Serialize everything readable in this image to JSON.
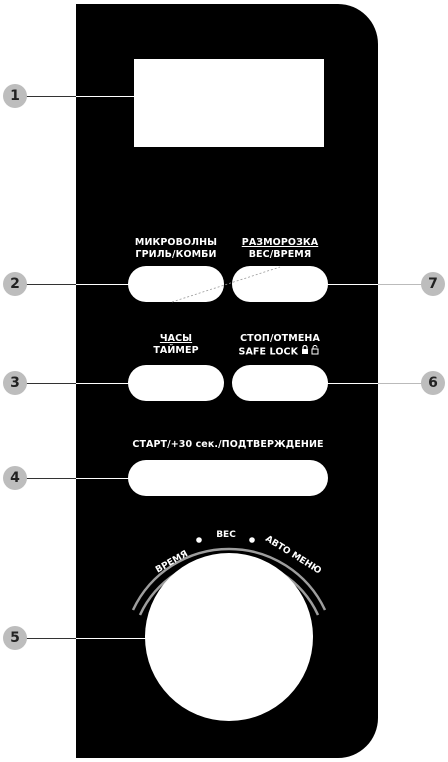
{
  "panel": {
    "buttons": {
      "microwave_grill": {
        "line1": "МИКРОВОЛНЫ",
        "line2": "ГРИЛЬ/КОМБИ"
      },
      "defrost": {
        "line1": "РАЗМОРОЗКА",
        "line2": "ВЕС/ВРЕМЯ"
      },
      "clock_timer": {
        "line1": "ЧАСЫ",
        "line2": "ТАЙМЕР"
      },
      "stop_cancel": {
        "line1": "СТОП/ОТМЕНА",
        "line2": "SAFE LOCK"
      },
      "start": {
        "label": "СТАРТ/+30 сек./ПОДТВЕРЖДЕНИЕ"
      }
    },
    "dial": {
      "labels": {
        "time": "ВРЕМЯ",
        "weight": "ВЕС",
        "auto_menu": "АВТО МЕНЮ"
      }
    }
  },
  "callouts": [
    "1",
    "2",
    "3",
    "4",
    "5",
    "6",
    "7"
  ],
  "colors": {
    "panel": "#000000",
    "button": "#ffffff",
    "callout_bg": "#bdbdbd",
    "dial_ring": "#9e9e9e"
  },
  "icons": {
    "lock": "lock-icon"
  }
}
